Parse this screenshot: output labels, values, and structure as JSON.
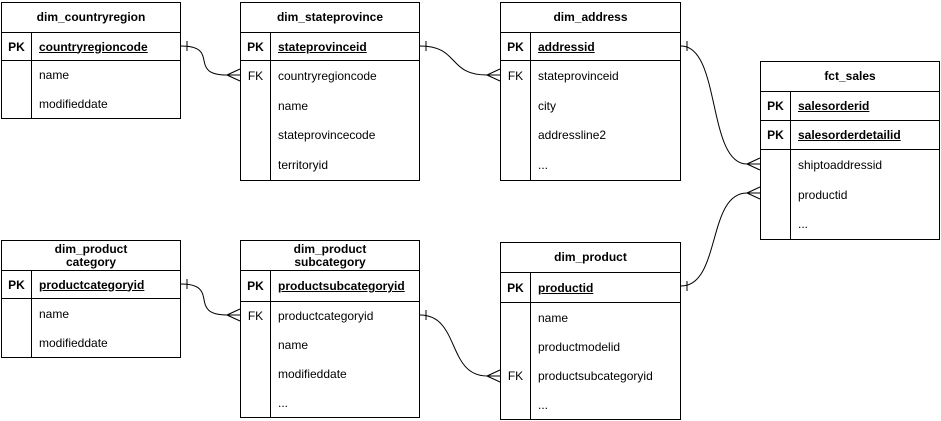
{
  "diagram": {
    "colors": {
      "background": "#ffffff",
      "line": "#000000",
      "text": "#000000"
    },
    "tables": [
      {
        "id": "dim_countryregion",
        "title_lines": [
          "dim_countryregion"
        ],
        "key_rows": [
          {
            "key": "PK",
            "field": "countryregioncode"
          }
        ],
        "body_rows": [
          {
            "key": "",
            "field": "name"
          },
          {
            "key": "",
            "field": "modifieddate"
          }
        ]
      },
      {
        "id": "dim_stateprovince",
        "title_lines": [
          "dim_stateprovince"
        ],
        "key_rows": [
          {
            "key": "PK",
            "field": "stateprovinceid"
          }
        ],
        "body_rows": [
          {
            "key": "FK",
            "field": "countryregioncode"
          },
          {
            "key": "",
            "field": "name"
          },
          {
            "key": "",
            "field": "stateprovincecode"
          },
          {
            "key": "",
            "field": "territoryid"
          }
        ]
      },
      {
        "id": "dim_address",
        "title_lines": [
          "dim_address"
        ],
        "key_rows": [
          {
            "key": "PK",
            "field": "addressid"
          }
        ],
        "body_rows": [
          {
            "key": "FK",
            "field": "stateprovinceid"
          },
          {
            "key": "",
            "field": "city"
          },
          {
            "key": "",
            "field": "addressline2"
          },
          {
            "key": "",
            "field": "..."
          }
        ]
      },
      {
        "id": "fct_sales",
        "title_lines": [
          "fct_sales"
        ],
        "key_rows": [
          {
            "key": "PK",
            "field": "salesorderid"
          },
          {
            "key": "PK",
            "field": "salesorderdetailid"
          }
        ],
        "body_rows": [
          {
            "key": "",
            "field": "shiptoaddressid"
          },
          {
            "key": "",
            "field": "productid"
          },
          {
            "key": "",
            "field": "..."
          }
        ]
      },
      {
        "id": "dim_product_category",
        "title_lines": [
          "dim_product",
          "category"
        ],
        "key_rows": [
          {
            "key": "PK",
            "field": "productcategoryid"
          }
        ],
        "body_rows": [
          {
            "key": "",
            "field": "name"
          },
          {
            "key": "",
            "field": "modifieddate"
          }
        ]
      },
      {
        "id": "dim_product_subcategory",
        "title_lines": [
          "dim_product",
          "subcategory"
        ],
        "key_rows": [
          {
            "key": "PK",
            "field": "productsubcategoryid"
          }
        ],
        "body_rows": [
          {
            "key": "FK",
            "field": "productcategoryid"
          },
          {
            "key": "",
            "field": "name"
          },
          {
            "key": "",
            "field": "modifieddate"
          },
          {
            "key": "",
            "field": "..."
          }
        ]
      },
      {
        "id": "dim_product",
        "title_lines": [
          "dim_product"
        ],
        "key_rows": [
          {
            "key": "PK",
            "field": "productid"
          }
        ],
        "body_rows": [
          {
            "key": "",
            "field": "name"
          },
          {
            "key": "",
            "field": "productmodelid"
          },
          {
            "key": "FK",
            "field": "productsubcategoryid"
          },
          {
            "key": "",
            "field": "..."
          }
        ]
      }
    ],
    "relationships": [
      {
        "from_table": "dim_countryregion",
        "from_field": "countryregioncode",
        "to_table": "dim_stateprovince",
        "to_field": "countryregioncode",
        "cardinality": "one-to-many"
      },
      {
        "from_table": "dim_stateprovince",
        "from_field": "stateprovinceid",
        "to_table": "dim_address",
        "to_field": "stateprovinceid",
        "cardinality": "one-to-many"
      },
      {
        "from_table": "dim_address",
        "from_field": "addressid",
        "to_table": "fct_sales",
        "to_field": "shiptoaddressid",
        "cardinality": "one-to-many"
      },
      {
        "from_table": "dim_product",
        "from_field": "productid",
        "to_table": "fct_sales",
        "to_field": "productid",
        "cardinality": "one-to-many"
      },
      {
        "from_table": "dim_product_category",
        "from_field": "productcategoryid",
        "to_table": "dim_product_subcategory",
        "to_field": "productcategoryid",
        "cardinality": "one-to-many"
      },
      {
        "from_table": "dim_product_subcategory",
        "from_field": "productsubcategoryid",
        "to_table": "dim_product",
        "to_field": "productsubcategoryid",
        "cardinality": "one-to-many"
      }
    ]
  }
}
